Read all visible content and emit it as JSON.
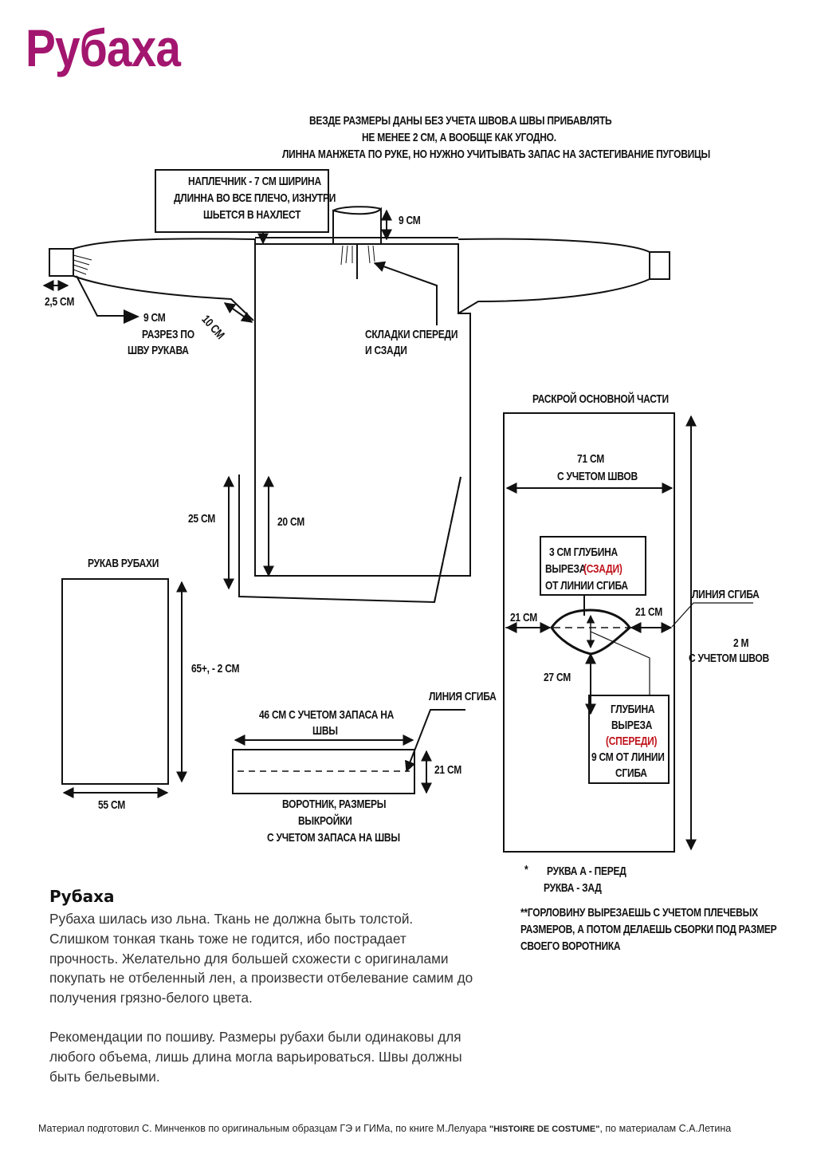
{
  "title": "Рубаха",
  "notes": {
    "line1a": "ВЕЗДЕ РАЗМЕРЫ ДАНЫ БЕЗ УЧЕТА ШВОВ.",
    "line1b": "А ШВЫ ПРИБАВЛЯТЬ",
    "line2": "НЕ МЕНЕЕ 2 СМ, А ВООБЩЕ КАК УГОДНО.",
    "line3": "ЛИННА МАНЖЕТА ПО РУКЕ, НО НУЖНО УЧИТЫВАТЬ ЗАПАС НА ЗАСТЕГИВАНИЕ ПУГОВИЦЫ"
  },
  "shirt": {
    "shoulder_box": [
      "НАПЛЕЧНИК - 7 СМ ШИРИНА",
      "ДЛИННА ВО ВСЕ ПЛЕЧО, ИЗНУТРИ",
      "ШЬЕТСЯ В НАХЛЕСТ"
    ],
    "collar_height": "9 СМ",
    "cuff_width": "2,5 СМ",
    "slit_length": "9 СМ",
    "slit_label": [
      "РАЗРЕЗ ПО",
      "ШВУ РУКАВА"
    ],
    "gusset": "10 СМ",
    "pleats": [
      "СКЛАДКИ СПЕРЕДИ",
      "И СЗАДИ"
    ],
    "back_slit": "25 СМ",
    "front_slit": "20 СМ"
  },
  "sleeve": {
    "title": "РУКАВ РУБАХИ",
    "length": "65+, - 2 СМ",
    "width": "55 СМ"
  },
  "collar": {
    "fold_line": "ЛИНИЯ СГИБА",
    "length": [
      "46 СМ С УЧЕТОМ ЗАПАСА НА",
      "ШВЫ"
    ],
    "height": "21 СМ",
    "caption": [
      "ВОРОТНИК, РАЗМЕРЫ",
      "ВЫКРОЙКИ",
      "С УЧЕТОМ ЗАПАСА НА ШВЫ"
    ]
  },
  "main_cut": {
    "title": "РАСКРОЙ ОСНОВНОЙ ЧАСТИ",
    "width": [
      "71 СМ",
      "С УЧЕТОМ ШВОВ"
    ],
    "back_depth": [
      "3 СМ ГЛУБИНА",
      "ВЫРЕЗА",
      "(СЗАДИ)",
      "ОТ ЛИНИИ СГИБА"
    ],
    "fold_line": "ЛИНИЯ СГИБА",
    "left_21": "21 СМ",
    "right_21": "21 СМ",
    "length": [
      "2 М",
      "С УЧЕТОМ ШВОВ"
    ],
    "depth_27": "27 СМ",
    "front_depth": [
      "ГЛУБИНА",
      "ВЫРЕЗА",
      "(СПЕРЕДИ)",
      "9 СМ  ОТ ЛИНИИ",
      "СГИБА"
    ]
  },
  "footnotes": {
    "star1a": "*",
    "star1b": "РУКВА А - ПЕРЕД",
    "star2": "РУКВА     - ЗАД",
    "dstar": [
      "**ГОРЛОВИНУ ВЫРЕЗАЕШЬ С УЧЕТОМ ПЛЕЧЕВЫХ",
      "РАЗМЕРОВ, А ПОТОМ ДЕЛАЕШЬ СБОРКИ ПОД РАЗМЕР",
      "СВОЕГО ВОРОТНИКА"
    ]
  },
  "text": {
    "heading": "Рубаха",
    "p1": "Рубаха шилась изо льна. Ткань не должна быть толстой. Слишком тонкая ткань тоже не годится, ибо пострадает прочность. Желательно для большей схожести с оригиналами покупать не отбеленный лен, а произвести отбелевание самим до получения грязно-белого цвета.",
    "p2": "Рекомендации по пошиву. Размеры рубахи были одинаковы для любого объема, лишь длина могла варьироваться. Швы должны быть бельевыми."
  },
  "footer": {
    "a": "Материал подготовил С. Минченков по оригинальным образцам ГЭ и ГИМа, по книге М.Лелуара ",
    "b": "\"HISTOIRE DE COSTUME\"",
    "c": ", по материалам С.А.Летина"
  }
}
